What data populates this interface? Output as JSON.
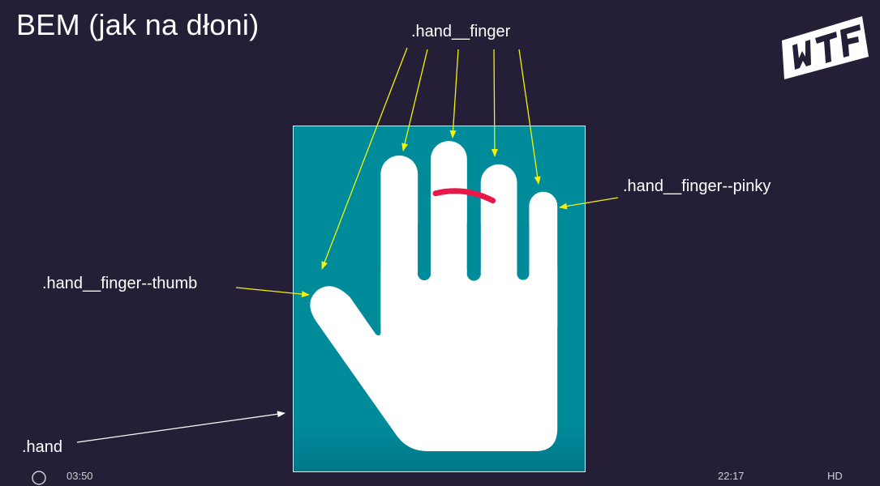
{
  "slide": {
    "title": "BEM (jak na dłoni)",
    "labels": {
      "finger": ".hand__finger",
      "pinky": ".hand__finger--pinky",
      "thumb": ".hand__finger--thumb",
      "hand": ".hand"
    },
    "colors": {
      "background": "#241f36",
      "hand_panel": "#008b9b",
      "hand": "#ffffff",
      "finger_arrows": "#f2f20a",
      "hand_arrow": "#ffffff",
      "ring_mark": "#e8184b"
    }
  },
  "logo": {
    "text": "WTF",
    "icon": "wtf-logo-icon"
  },
  "player": {
    "replay_icon": "replay-10-icon",
    "current_time": "03:50",
    "duration": "22:17",
    "quality": "HD"
  }
}
